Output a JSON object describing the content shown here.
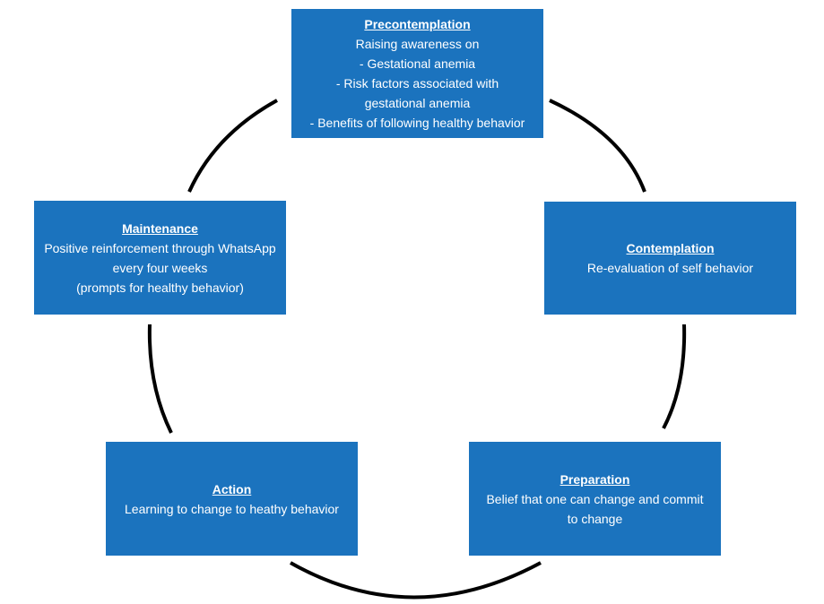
{
  "stages": {
    "precontemplation": {
      "title": "Precontemplation",
      "lines": [
        "Raising awareness on",
        "- Gestational anemia",
        "- Risk factors associated with",
        "gestational anemia",
        "- Benefits of following healthy behavior"
      ]
    },
    "contemplation": {
      "title": "Contemplation",
      "lines": [
        "Re-evaluation of self behavior"
      ]
    },
    "preparation": {
      "title": "Preparation",
      "lines": [
        "Belief that one can change and commit",
        "to change"
      ]
    },
    "action": {
      "title": "Action",
      "lines": [
        "Learning to change to heathy behavior"
      ]
    },
    "maintenance": {
      "title": "Maintenance",
      "lines": [
        "Positive reinforcement through WhatsApp",
        "every four weeks",
        "(prompts for healthy behavior)"
      ]
    }
  },
  "colors": {
    "box_fill": "#1b73be",
    "text": "#ffffff",
    "connector": "#000000"
  }
}
